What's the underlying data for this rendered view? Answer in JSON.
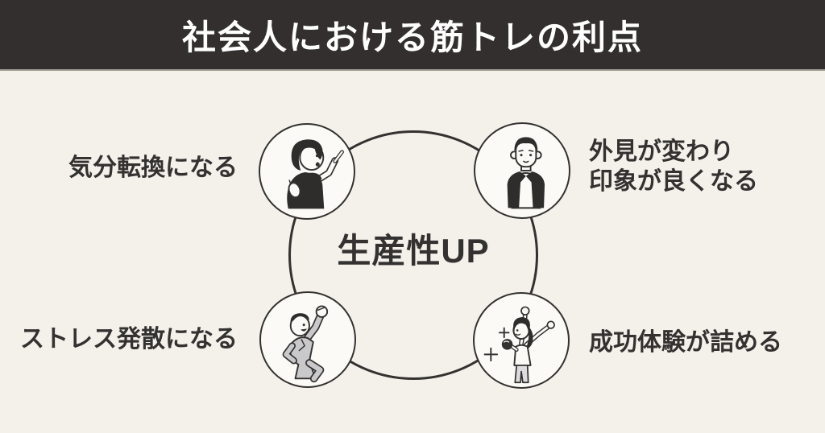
{
  "header": {
    "title": "社会人における筋トレの利点"
  },
  "diagram": {
    "center_label": "生産性UP",
    "items": [
      {
        "position": "top-left",
        "label": "気分転換になる",
        "icon": "pointing-person-icon"
      },
      {
        "position": "top-right",
        "label": "外見が変わり\n印象が良くなる",
        "icon": "suited-man-icon"
      },
      {
        "position": "bottom-left",
        "label": "ストレス発散になる",
        "icon": "cheering-man-icon"
      },
      {
        "position": "bottom-right",
        "label": "成功体験が詰める",
        "icon": "celebrating-woman-icon"
      }
    ]
  },
  "colors": {
    "header_background": "#322f2e",
    "page_background": "#f3f1ea",
    "circle_fill": "#fbfaf6",
    "line": "#343230",
    "title_text": "#ffffff",
    "label_text": "#333231",
    "suit_gray": "#c9c9cc"
  }
}
